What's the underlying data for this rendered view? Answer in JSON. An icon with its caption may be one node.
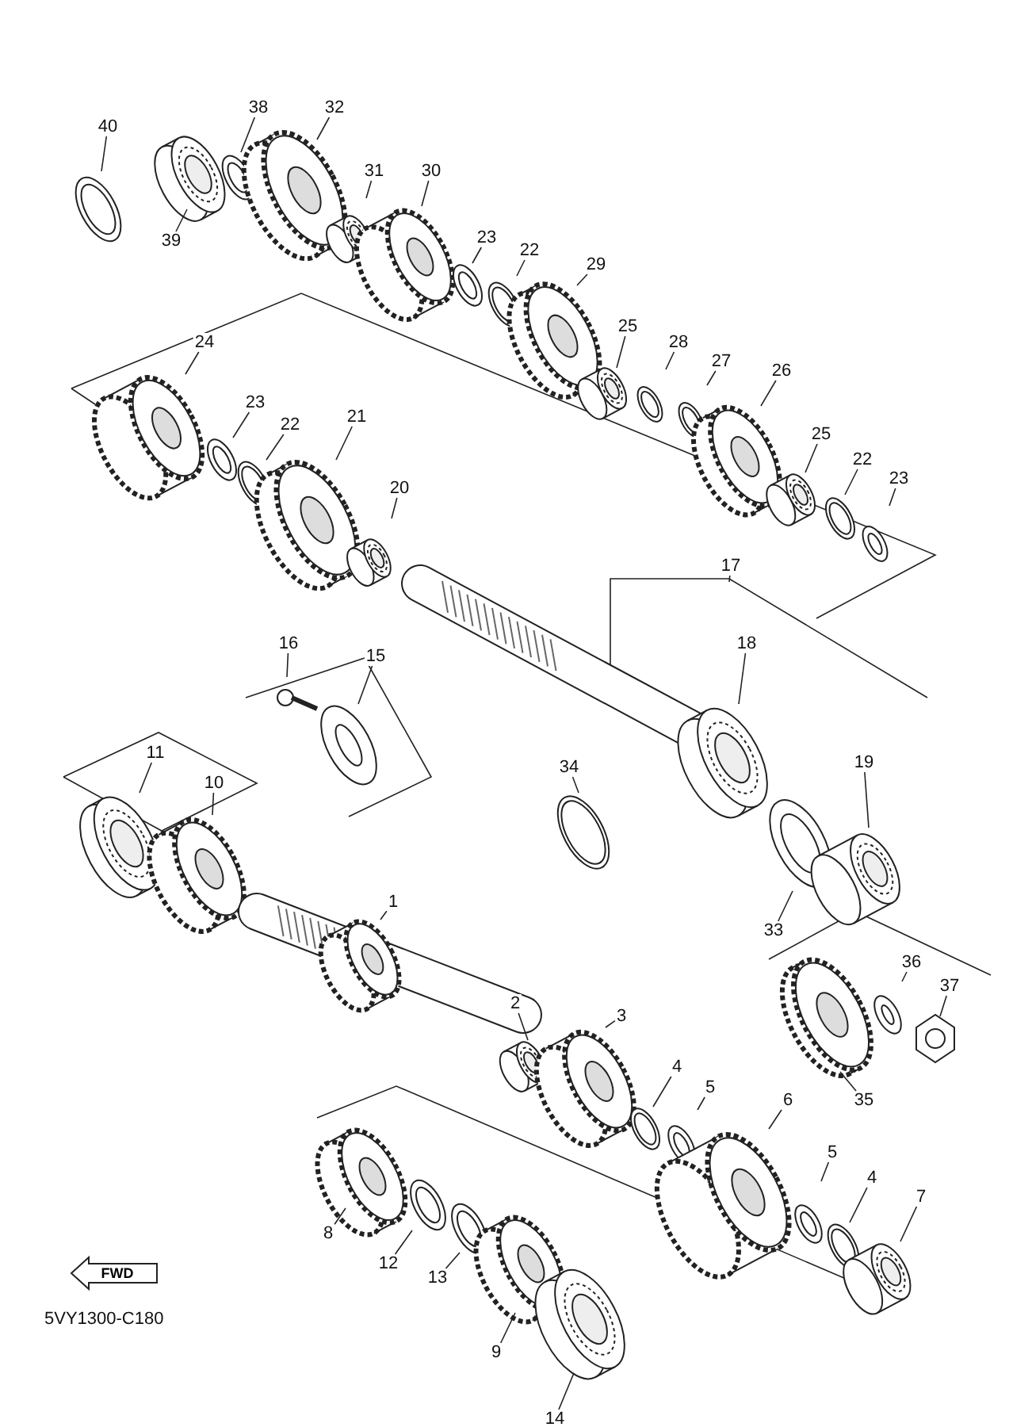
{
  "diagram": {
    "nodes": [
      {
        "text": [
          "40"
        ]
      },
      {
        "text": [
          "38"
        ]
      },
      {
        "text": [
          "32"
        ]
      },
      {
        "text": [
          "39"
        ]
      },
      {
        "text": [
          "31"
        ]
      },
      {
        "text": [
          "30"
        ]
      },
      {
        "text": [
          "23"
        ]
      },
      {
        "text": [
          "22"
        ]
      },
      {
        "text": [
          "29"
        ]
      },
      {
        "text": [
          "25"
        ]
      },
      {
        "text": [
          "28"
        ]
      },
      {
        "text": [
          "27"
        ]
      },
      {
        "text": [
          "26"
        ]
      },
      {
        "text": [
          "24"
        ]
      },
      {
        "text": [
          "25"
        ]
      },
      {
        "text": [
          "23"
        ]
      },
      {
        "text": [
          "22"
        ]
      },
      {
        "text": [
          "21"
        ]
      },
      {
        "text": [
          "22"
        ]
      },
      {
        "text": [
          "23"
        ]
      },
      {
        "text": [
          "20"
        ]
      },
      {
        "text": [
          "17"
        ]
      },
      {
        "text": [
          "16"
        ]
      },
      {
        "text": [
          "15"
        ]
      },
      {
        "text": [
          "18"
        ]
      },
      {
        "text": [
          "11"
        ]
      },
      {
        "text": [
          "10"
        ]
      },
      {
        "text": [
          "34"
        ]
      },
      {
        "text": [
          "19"
        ]
      },
      {
        "text": [
          "1"
        ]
      },
      {
        "text": [
          "33"
        ]
      },
      {
        "text": [
          "36"
        ]
      },
      {
        "text": [
          "37"
        ]
      },
      {
        "text": [
          "2"
        ]
      },
      {
        "text": [
          "3"
        ]
      },
      {
        "text": [
          "4"
        ]
      },
      {
        "text": [
          "5"
        ]
      },
      {
        "text": [
          "6"
        ]
      },
      {
        "text": [
          "35"
        ]
      },
      {
        "text": [
          "5"
        ]
      },
      {
        "text": [
          "4"
        ]
      },
      {
        "text": [
          "7"
        ]
      },
      {
        "text": [
          "8"
        ]
      },
      {
        "text": [
          "12"
        ]
      },
      {
        "text": [
          "13"
        ]
      },
      {
        "text": [
          "9"
        ]
      },
      {
        "text": [
          "14"
        ]
      }
    ],
    "edges": [
      {
        "from": 0,
        "to": null,
        "arrow": "none"
      },
      {
        "from": 1,
        "to": null,
        "arrow": "none"
      },
      {
        "from": 2,
        "to": null,
        "arrow": "none"
      },
      {
        "from": 3,
        "to": null,
        "arrow": "none"
      },
      {
        "from": 4,
        "to": null,
        "arrow": "none"
      },
      {
        "from": 5,
        "to": null,
        "arrow": "none"
      },
      {
        "from": 6,
        "to": null,
        "arrow": "none"
      },
      {
        "from": 7,
        "to": null,
        "arrow": "none"
      },
      {
        "from": 8,
        "to": null,
        "arrow": "none"
      },
      {
        "from": 9,
        "to": null,
        "arrow": "none"
      },
      {
        "from": 10,
        "to": null,
        "arrow": "none"
      },
      {
        "from": 11,
        "to": null,
        "arrow": "none"
      },
      {
        "from": 12,
        "to": null,
        "arrow": "none"
      },
      {
        "from": 13,
        "to": null,
        "arrow": "none"
      },
      {
        "from": 14,
        "to": null,
        "arrow": "none"
      },
      {
        "from": 15,
        "to": null,
        "arrow": "none"
      },
      {
        "from": 16,
        "to": null,
        "arrow": "none"
      },
      {
        "from": 17,
        "to": null,
        "arrow": "none"
      },
      {
        "from": 18,
        "to": null,
        "arrow": "none"
      },
      {
        "from": 19,
        "to": null,
        "arrow": "none"
      },
      {
        "from": 20,
        "to": null,
        "arrow": "none"
      },
      {
        "from": 21,
        "to": null,
        "arrow": "none"
      },
      {
        "from": 22,
        "to": null,
        "arrow": "none"
      },
      {
        "from": 23,
        "to": null,
        "arrow": "none"
      },
      {
        "from": 24,
        "to": null,
        "arrow": "none"
      },
      {
        "from": 25,
        "to": null,
        "arrow": "none"
      },
      {
        "from": 26,
        "to": null,
        "arrow": "none"
      },
      {
        "from": 27,
        "to": null,
        "arrow": "none"
      },
      {
        "from": 28,
        "to": null,
        "arrow": "none"
      },
      {
        "from": 29,
        "to": null,
        "arrow": "none"
      },
      {
        "from": 30,
        "to": null,
        "arrow": "none"
      },
      {
        "from": 31,
        "to": null,
        "arrow": "none"
      },
      {
        "from": 32,
        "to": null,
        "arrow": "none"
      },
      {
        "from": 33,
        "to": null,
        "arrow": "none"
      },
      {
        "from": 34,
        "to": null,
        "arrow": "none"
      },
      {
        "from": 35,
        "to": null,
        "arrow": "none"
      },
      {
        "from": 36,
        "to": null,
        "arrow": "none"
      },
      {
        "from": 37,
        "to": null,
        "arrow": "none"
      },
      {
        "from": 38,
        "to": null,
        "arrow": "none"
      },
      {
        "from": 39,
        "to": null,
        "arrow": "none"
      },
      {
        "from": 40,
        "to": null,
        "arrow": "none"
      },
      {
        "from": 41,
        "to": null,
        "arrow": "none"
      },
      {
        "from": 42,
        "to": null,
        "arrow": "none"
      },
      {
        "from": 43,
        "to": null,
        "arrow": "none"
      },
      {
        "from": 44,
        "to": null,
        "arrow": "none"
      },
      {
        "from": 45,
        "to": null,
        "arrow": "none"
      },
      {
        "from": 46,
        "to": null,
        "arrow": "none"
      }
    ],
    "labels": [
      "FWD",
      "5VY1300-C180"
    ]
  }
}
